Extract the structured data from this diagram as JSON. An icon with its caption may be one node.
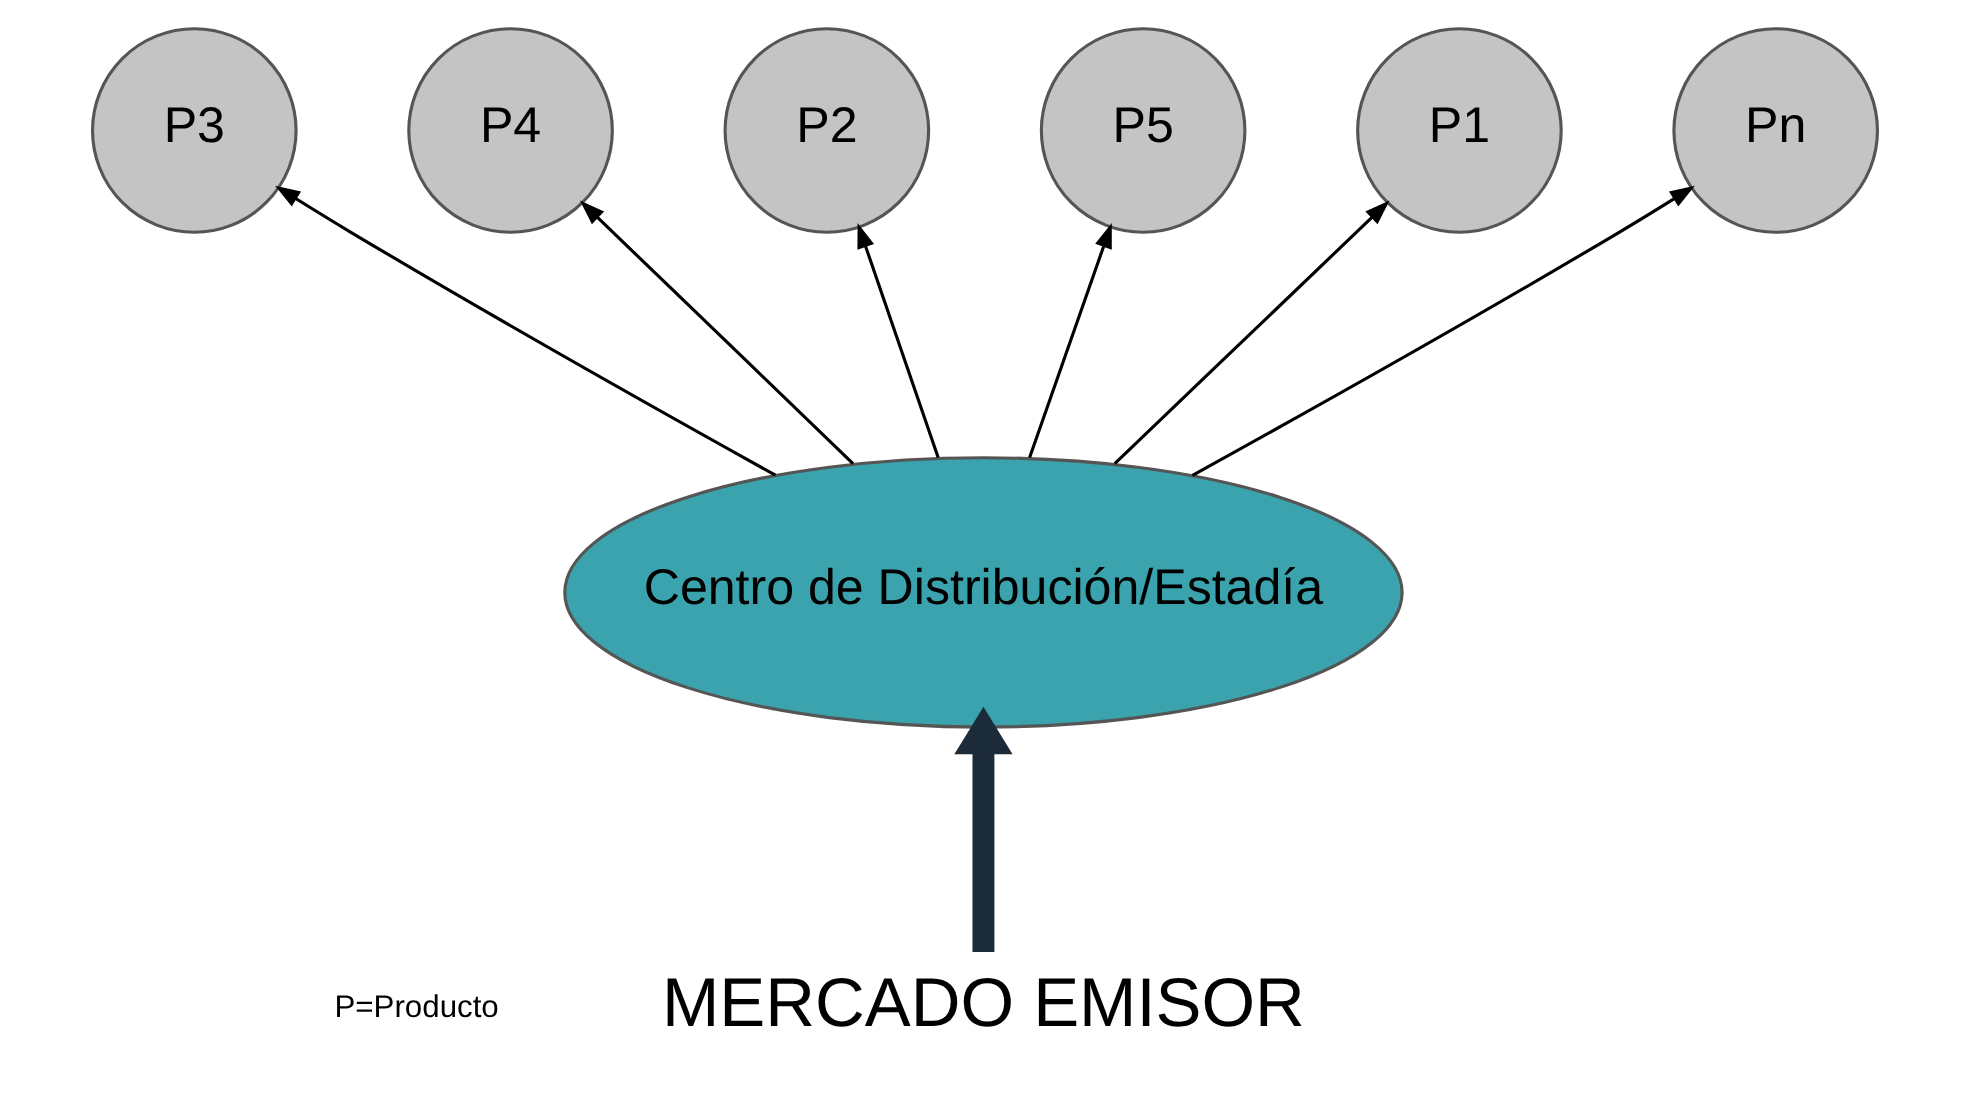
{
  "diagram": {
    "nodes": [
      {
        "text": [
          "P3"
        ]
      },
      {
        "text": [
          "P4"
        ]
      },
      {
        "text": [
          "P2"
        ]
      },
      {
        "text": [
          "P5"
        ]
      },
      {
        "text": [
          "P1"
        ]
      },
      {
        "text": [
          "Pn"
        ]
      },
      {
        "text": [
          "Centro de Distribución/Estadía"
        ]
      },
      {
        "text": [
          "MERCADO EMISOR"
        ]
      }
    ],
    "edges": [
      {
        "from": 6,
        "to": 4,
        "arrow": "to"
      },
      {
        "from": 6,
        "to": 2,
        "arrow": "to"
      },
      {
        "from": 6,
        "to": 0,
        "arrow": "to"
      },
      {
        "from": 6,
        "to": 1,
        "arrow": "to"
      },
      {
        "from": 6,
        "to": 3,
        "arrow": "to"
      },
      {
        "from": 6,
        "to": 5,
        "arrow": "to"
      },
      {
        "from": 7,
        "to": 6,
        "arrow": "to",
        "style": "thick",
        "color": "#1c2b3a"
      }
    ],
    "labels": [
      "P=Producto"
    ]
  }
}
